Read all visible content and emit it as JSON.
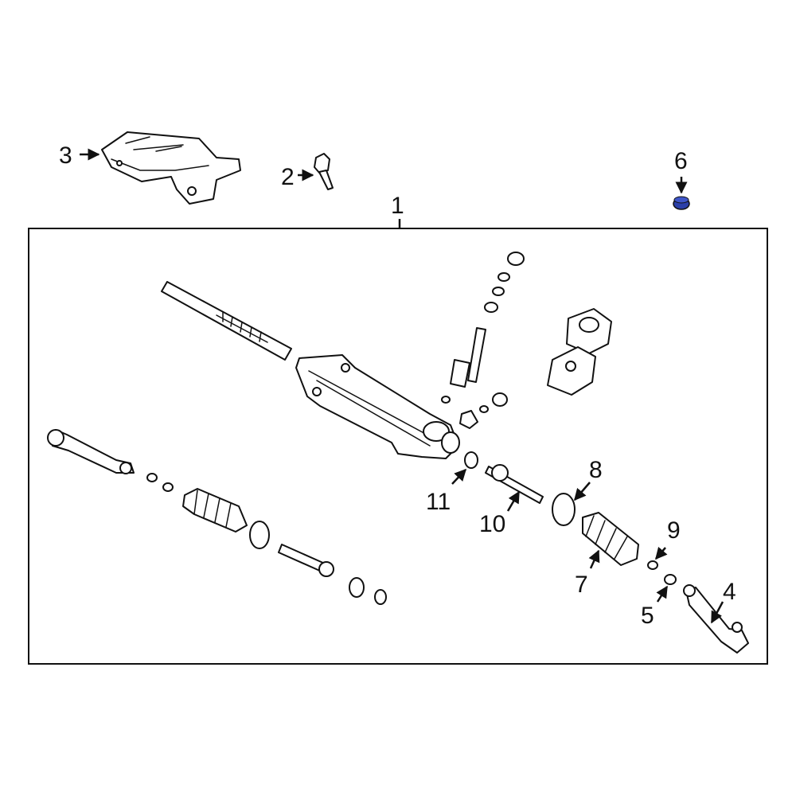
{
  "callouts": {
    "c1": "1",
    "c2": "2",
    "c3": "3",
    "c4": "4",
    "c5": "5",
    "c6": "6",
    "c7": "7",
    "c8": "8",
    "c9": "9",
    "c10": "10",
    "c11": "11"
  },
  "colors": {
    "line": "#111111",
    "highlight": "#2b3fa8",
    "background": "#ffffff"
  }
}
